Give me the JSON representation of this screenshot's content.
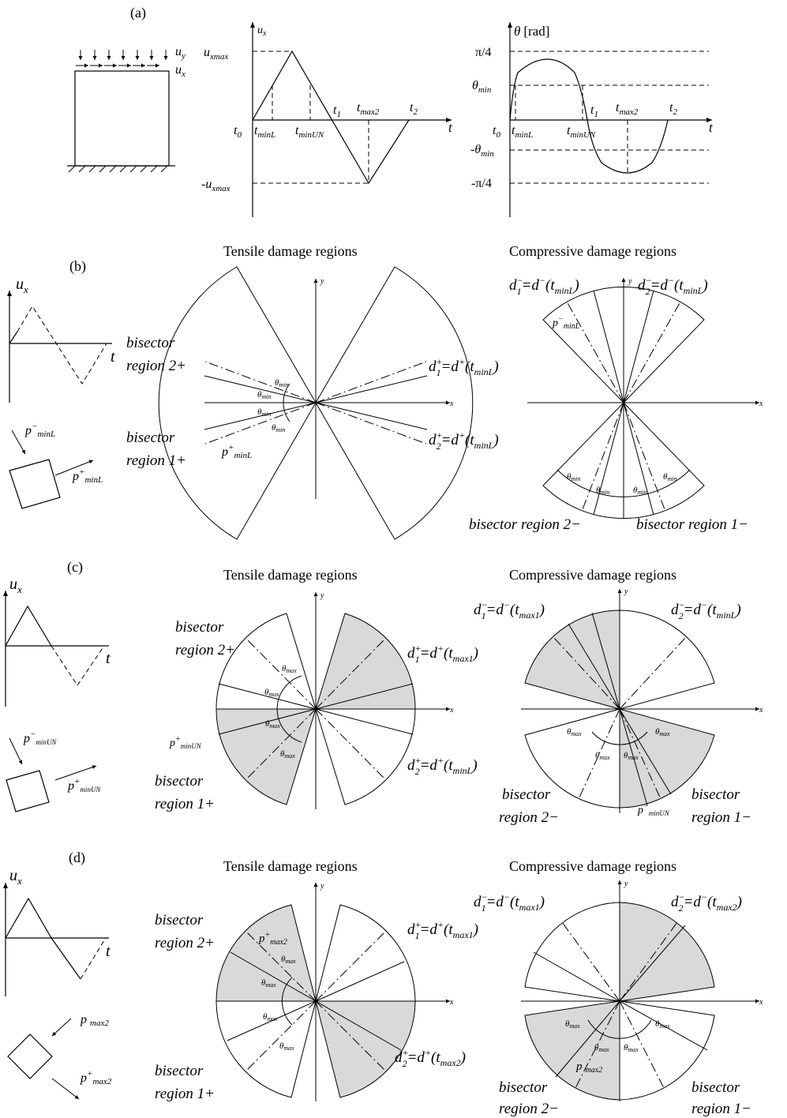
{
  "panel_labels": {
    "a": "(a)",
    "b": "(b)",
    "c": "(c)",
    "d": "(d)"
  },
  "tensile_title": "Tensile damage regions",
  "compressive_title": "Compressive damage regions",
  "axes": {
    "x": "x",
    "y": "y",
    "t": "t",
    "ux": "u",
    "ux_sub": "x",
    "uy": "u",
    "uy_sub": "y"
  },
  "plot_ux": {
    "ylabel": "u",
    "ylabel_sub": "x",
    "uxmax": "u",
    "uxmax_sub": "xmax",
    "neg_uxmax": "-u",
    "neg_uxmax_sub": "xmax",
    "t0": "t",
    "t0_sub": "0",
    "tminL": "t",
    "tminL_sub": "minL",
    "tminUN": "t",
    "tminUN_sub": "minUN",
    "t1": "t",
    "t1_sub": "1",
    "tmax2": "t",
    "tmax2_sub": "max2",
    "t2": "t",
    "t2_sub": "2"
  },
  "plot_theta": {
    "ylabel": "θ",
    "ylabel_unit": "[rad]",
    "pi4": "π/4",
    "neg_pi4": "-π/4",
    "thetamin": "θ",
    "thetamin_sub": "min",
    "neg_thetamin": "-θ",
    "neg_thetamin_sub": "min"
  },
  "labels_b": {
    "bis2": "bisector",
    "bis2b": "region 2+",
    "bis1": "bisector",
    "bis1b": "region 1+",
    "bisc2": "bisector region 2−",
    "bisc1": "bisector region 1−",
    "theta": "θ",
    "theta_sub": "min",
    "p_minus": "p",
    "p_sup_minus": "−",
    "p_sub_minL": "minL",
    "p_plus": "p",
    "p_sup_plus": "+",
    "d1p": "d",
    "d1p_sub": "1",
    "d1p_sup": "+",
    "d1p_eq": "=d",
    "d1p_eq_sup": "+",
    "d1p_arg": "(t",
    "d1p_arg_sub": "minL",
    "close": ")",
    "d2p": "d",
    "d2p_sub": "2",
    "d2p_sup": "+",
    "d1m": "d",
    "d1m_sub": "1",
    "d1m_sup": "−",
    "d1m_eq": "=d",
    "d1m_eq_sup": "−",
    "d2m": "d",
    "d2m_sub": "2",
    "d2m_sup": "−"
  },
  "labels_c": {
    "bis2": "bisector",
    "bis2b": "region 2+",
    "bis1": "bisector",
    "bis1b": "region 1+",
    "bisc2": "bisector",
    "bisc2b": "region 2−",
    "bisc1": "bisector",
    "bisc1b": "region 1−",
    "theta": "θ",
    "theta_sub": "max",
    "p_sub_minUN": "minUN",
    "arg_max1": "max1",
    "arg_minL": "minL"
  },
  "labels_d": {
    "bis2": "bisector",
    "bis2b": "region 2+",
    "bis1": "bisector",
    "bis1b": "region 1+",
    "bisc2": "bisector",
    "bisc2b": "region 2−",
    "bisc1": "bisector",
    "bisc1b": "region 1−",
    "theta": "θ",
    "theta_sub": "max",
    "p_sub_max2": "max2",
    "arg_max1": "max1",
    "arg_max2": "max2"
  }
}
